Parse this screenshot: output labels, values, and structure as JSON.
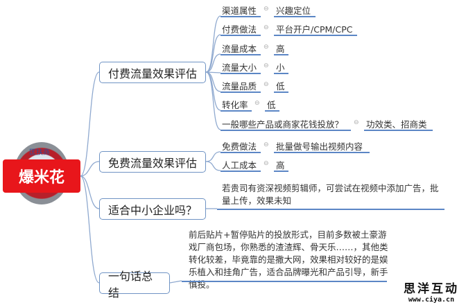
{
  "root": {
    "label": "爆米花",
    "logo_text": "匡扶商"
  },
  "branches": [
    {
      "label": "付费流量效果评估",
      "items": [
        {
          "key": "渠道属性",
          "value": "兴趣定位"
        },
        {
          "key": "付费做法",
          "value": "平台开户/CPM/CPC"
        },
        {
          "key": "流量成本",
          "value": "高"
        },
        {
          "key": "流量大小",
          "value": "小"
        },
        {
          "key": "流量品质",
          "value": "低"
        },
        {
          "key": "转化率",
          "value": "低"
        },
        {
          "key": "一般哪些产品或商家花钱投放？",
          "value": "功效类、招商类"
        }
      ]
    },
    {
      "label": "免费流量效果评估",
      "items": [
        {
          "key": "免费做法",
          "value": "批量做号输出视频内容"
        },
        {
          "key": "人工成本",
          "value": "高"
        }
      ]
    },
    {
      "label": "适合中小企业吗？",
      "text": "若贵司有资深视频剪辑师，可尝试在视频中添加广告，批量上传，效果未知"
    },
    {
      "label": "一句话总结",
      "text": "前后贴片+暂停贴片的投放形式，目前多数被土豪游戏厂商包场，你熟悉的渣渣辉、骨天乐……，其他类转化较差，毕竟靠的是撒大网，效果相对较好的是娱乐植入和挂角广告，适合品牌曝光和产品引导，新手慎投。"
    }
  ],
  "collapse_symbol": "⊖",
  "watermark": {
    "name": "思洋互动",
    "url": "www.ciya.cn"
  },
  "colors": {
    "root": "#e8161b",
    "line": "#5b86c5"
  }
}
